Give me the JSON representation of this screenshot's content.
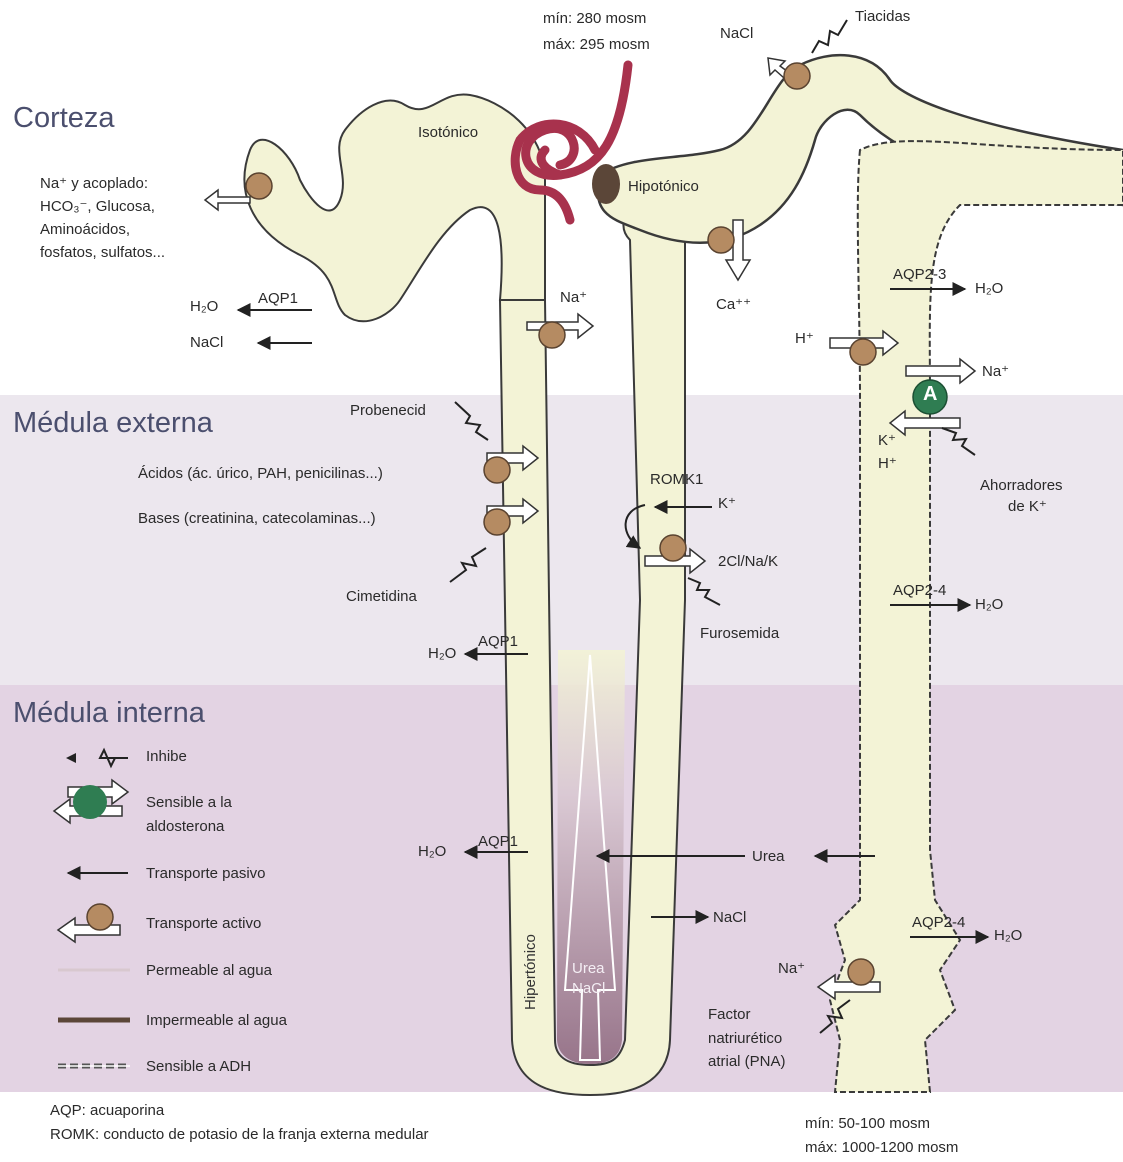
{
  "zones": {
    "cortex": "Corteza",
    "outer_medulla": "Médula externa",
    "inner_medulla": "Médula interna"
  },
  "osmolarity_top": [
    "mín: 280 mosm",
    "máx: 295 mosm"
  ],
  "osmolarity_bottom": [
    "mín: 50-100 mosm",
    "máx: 1000-1200 mosm"
  ],
  "proximal": {
    "reabsorbed": [
      "Na⁺ y acoplado:",
      "HCO₃⁻, Glucosa,",
      "Aminoácidos,",
      "fosfatos, sulfatos..."
    ],
    "h2o": "H₂O",
    "aqp1": "AQP1",
    "nacl": "NaCl",
    "na": "Na⁺",
    "probenecid": "Probenecid",
    "acids": "Ácidos (ác. úrico, PAH, penicilinas...)",
    "bases": "Bases (creatinina, catecolaminas...)",
    "cimetidine": "Cimetidina"
  },
  "segments": {
    "isotonic": "Isotónico",
    "hypotonic": "Hipotónico",
    "hypertonic": "Hipertónico"
  },
  "descending": {
    "aqp1_a": "AQP1",
    "h2o_a": "H₂O",
    "aqp1_b": "AQP1",
    "h2o_b": "H₂O"
  },
  "loop_interior": [
    "Urea",
    "NaCl"
  ],
  "ascending": {
    "romk": "ROMK1",
    "k": "K⁺",
    "cotransport": "2Cl/Na/K",
    "furosemide": "Furosemida",
    "nacl": "NaCl",
    "urea": "Urea"
  },
  "distal": {
    "nacl": "NaCl",
    "thiazides": "Tiacidas",
    "ca": "Ca⁺⁺"
  },
  "collecting": {
    "aqp2_3": "AQP2-3",
    "h2o_1": "H₂O",
    "h": "H⁺",
    "na": "Na⁺",
    "aldosterone_badge": "A",
    "k": "K⁺",
    "h2": "H⁺",
    "k_sparing": [
      "Ahorradores",
      "de K⁺"
    ],
    "aqp2_4a": "AQP2-4",
    "h2o_2": "H₂O",
    "urea": "Urea",
    "aqp2_4b": "AQP2-4",
    "h2o_3": "H₂O",
    "na_out": "Na⁺",
    "anp": [
      "Factor",
      "natriurético",
      "atrial (PNA)"
    ]
  },
  "legend": [
    {
      "label": "Inhibe",
      "symbol": "inhibit"
    },
    {
      "label": "Sensible a la\naldosterona",
      "symbol": "aldosterone"
    },
    {
      "label": "Transporte pasivo",
      "symbol": "passive"
    },
    {
      "label": "Transporte activo",
      "symbol": "active"
    },
    {
      "label": "Permeable al agua",
      "symbol": "permeable"
    },
    {
      "label": "Impermeable al agua",
      "symbol": "impermeable"
    },
    {
      "label": "Sensible a ADH",
      "symbol": "adh"
    }
  ],
  "footnotes": [
    "AQP: acuaporina",
    "ROMK: conducto de potasio de la franja externa medular"
  ],
  "colors": {
    "tubule_fill": "#f3f3d6",
    "tubule_stroke": "#3a3a3a",
    "outer_medulla_band": "#ece7ee",
    "inner_medulla_band": "#e3d3e3",
    "vessel": "#a8324d",
    "transporter": "#b58b62",
    "aldosterone_green": "#2f7d52",
    "zone_text": "#4b4f6e",
    "hypertonic_gradient": "#8f6a80"
  }
}
